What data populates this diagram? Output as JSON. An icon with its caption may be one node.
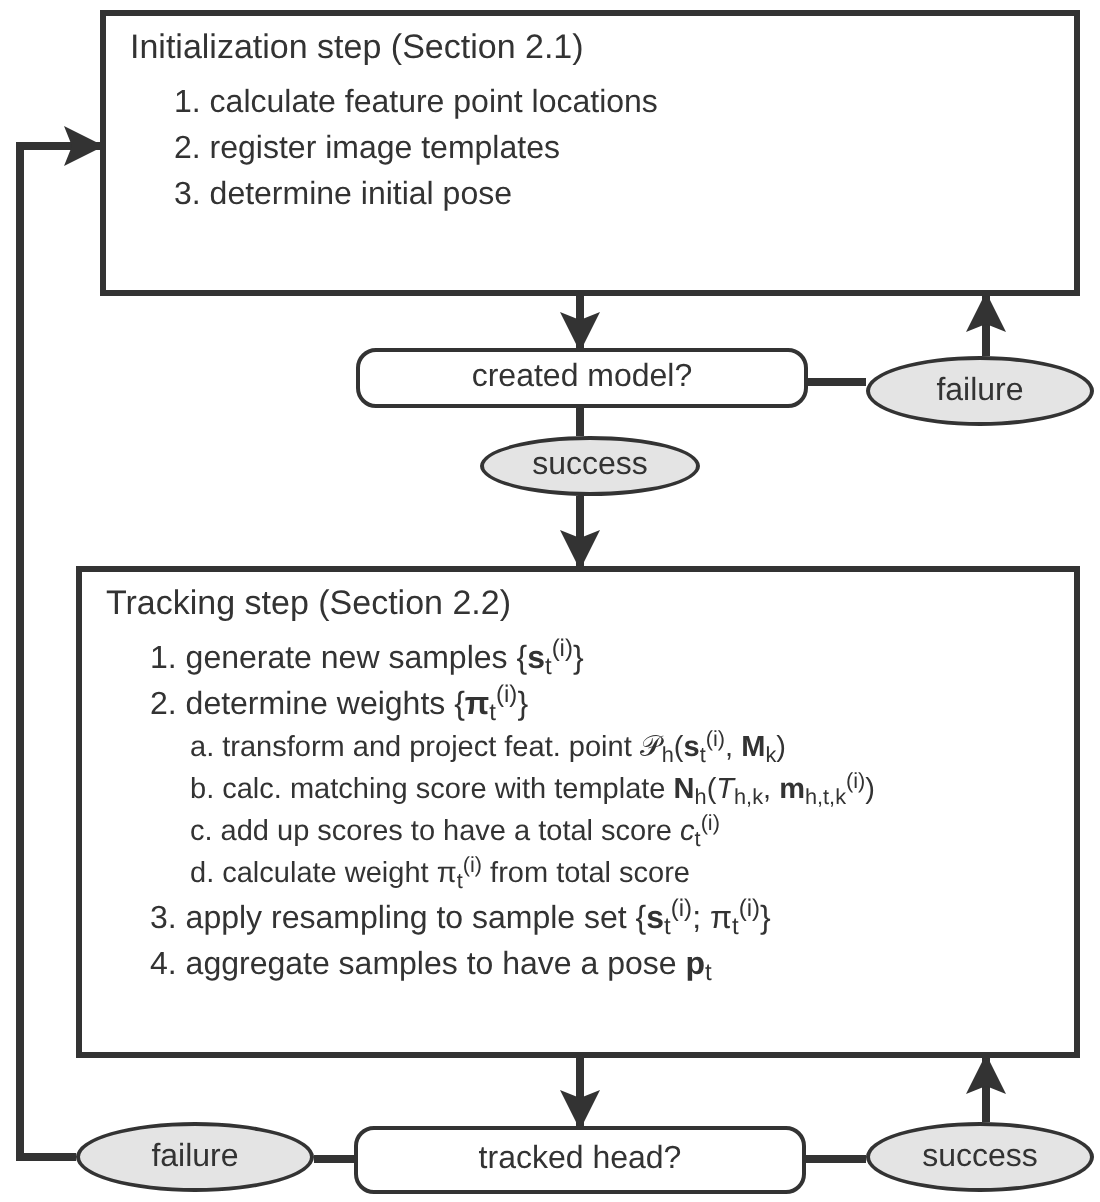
{
  "diagram": {
    "nodes": [
      {
        "text": [
          "Initialization step (Section 2.1)",
          "1. calculate feature point locations",
          "2. register image templates",
          "3. determine initial pose"
        ]
      },
      {
        "text": [
          "created model?"
        ]
      },
      {
        "text": [
          "failure"
        ]
      },
      {
        "text": [
          "success"
        ]
      },
      {
        "text": [
          "Tracking step (Section 2.2)",
          "1. generate new samples {**s**$_{t}$$^{(i)}$}",
          "2. determine weights {**π**$_{t}$$^{(i)}$}",
          "a. transform and project feat. point 𝒫$_{h}$(**s**$_{t}$$^{(i)}$, **M**$_{k}$)",
          "b. calc. matching score with template **N**$_{h}$(*T*$_{h,k}$, **m**$_{h,t,k}$$^{(i)}$)",
          "c. add up scores to have a total score *c*$_{t}$$^{(i)}$",
          "d. calculate weight π$_{t}$$^{(i)}$ from total score",
          "3. apply resampling to sample set {**s**$_{t}$$^{(i)}$; π$_{t}$$^{(i)}$}",
          "4. aggregate samples to have a pose **p**$_{t}$"
        ]
      },
      {
        "text": [
          "failure"
        ]
      },
      {
        "text": [
          "tracked head?"
        ]
      },
      {
        "text": [
          "success"
        ]
      }
    ],
    "edges": [
      {
        "from": 0,
        "to": 1,
        "arrow": "to"
      },
      {
        "from": 1,
        "to": 2,
        "arrow": "none"
      },
      {
        "from": 2,
        "to": 0,
        "arrow": "to"
      },
      {
        "from": 1,
        "to": 3,
        "arrow": "none"
      },
      {
        "from": 3,
        "to": 4,
        "arrow": "to"
      },
      {
        "from": 4,
        "to": 6,
        "arrow": "to"
      },
      {
        "from": 6,
        "to": 5,
        "arrow": "none"
      },
      {
        "from": 5,
        "to": 0,
        "arrow": "to"
      },
      {
        "from": 6,
        "to": 7,
        "arrow": "none"
      },
      {
        "from": 7,
        "to": 4,
        "arrow": "to"
      }
    ]
  }
}
